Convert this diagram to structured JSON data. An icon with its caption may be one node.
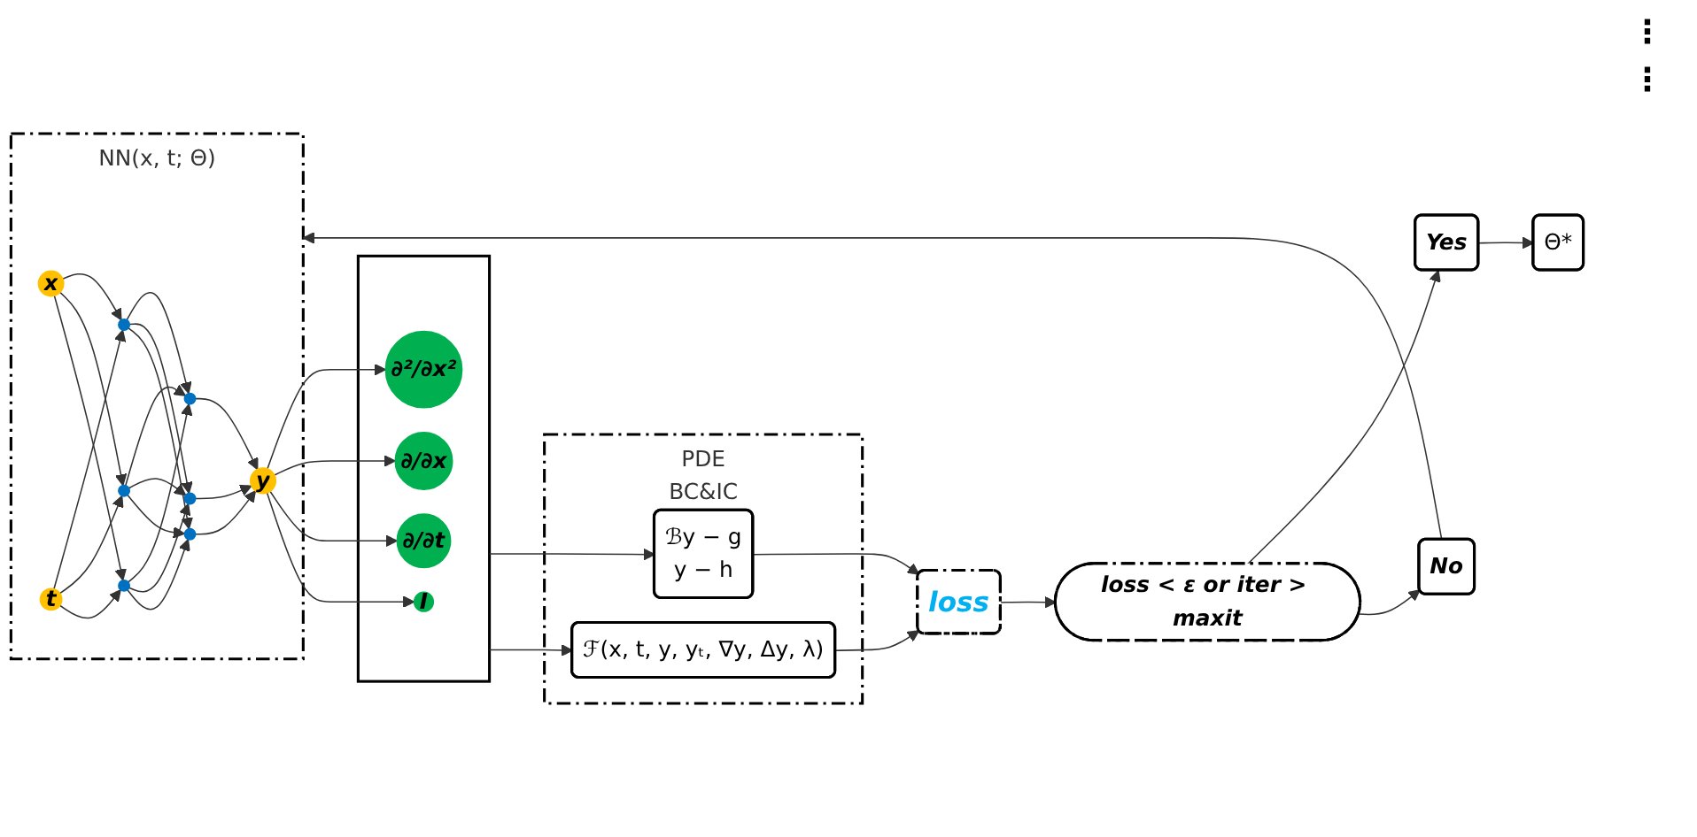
{
  "diagram": {
    "nodes": [
      {
        "text": [
          "NN(x, t; Θ)"
        ]
      },
      {
        "text": [
          "x"
        ],
        "in": 0
      },
      {
        "text": [
          "t"
        ],
        "in": 0
      },
      {
        "text": [],
        "shape": "circle",
        "in": 0
      },
      {
        "text": [],
        "shape": "circle",
        "in": 0
      },
      {
        "text": [],
        "shape": "circle",
        "in": 0
      },
      {
        "text": [],
        "shape": "circle",
        "in": 0
      },
      {
        "text": [],
        "shape": "circle",
        "in": 0
      },
      {
        "text": [],
        "shape": "circle",
        "in": 0
      },
      {
        "text": [
          "y"
        ],
        "in": 0
      },
      {
        "text": [],
        "shape": "box"
      },
      {
        "text": [
          "I"
        ],
        "in": 10
      },
      {
        "text": [
          "∂/∂t"
        ],
        "in": 10
      },
      {
        "text": [
          "∂/∂x"
        ],
        "in": 10
      },
      {
        "text": [
          "∂²/∂x²"
        ],
        "in": 10
      },
      {
        "text": [
          "PDE",
          "BC&IC"
        ]
      },
      {
        "text": [
          "ℱ(x, t, y, yₜ, ∇y, Δy, λ)"
        ],
        "in": 15
      },
      {
        "text": [
          "ℬy − g",
          "y − h"
        ],
        "in": 15
      },
      {
        "text": [
          "loss"
        ]
      },
      {
        "text": [
          "loss < ε or iter > maxit"
        ]
      },
      {
        "text": [
          "No"
        ]
      },
      {
        "text": [
          "Yes"
        ]
      },
      {
        "text": [
          "Θ*"
        ]
      }
    ],
    "edges": [
      {
        "from": 1,
        "to": 3,
        "arrow": "to"
      },
      {
        "from": 1,
        "to": 4,
        "arrow": "to"
      },
      {
        "from": 1,
        "to": 5,
        "arrow": "to"
      },
      {
        "from": 2,
        "to": 3,
        "arrow": "to"
      },
      {
        "from": 2,
        "to": 4,
        "arrow": "to"
      },
      {
        "from": 2,
        "to": 5,
        "arrow": "to"
      },
      {
        "from": 3,
        "to": 6,
        "arrow": "to"
      },
      {
        "from": 3,
        "to": 7,
        "arrow": "to"
      },
      {
        "from": 3,
        "to": 8,
        "arrow": "to"
      },
      {
        "from": 4,
        "to": 6,
        "arrow": "to"
      },
      {
        "from": 4,
        "to": 7,
        "arrow": "to"
      },
      {
        "from": 4,
        "to": 8,
        "arrow": "to"
      },
      {
        "from": 5,
        "to": 6,
        "arrow": "to"
      },
      {
        "from": 5,
        "to": 7,
        "arrow": "to"
      },
      {
        "from": 5,
        "to": 8,
        "arrow": "to"
      },
      {
        "from": 6,
        "to": 9,
        "arrow": "to"
      },
      {
        "from": 7,
        "to": 9,
        "arrow": "to"
      },
      {
        "from": 8,
        "to": 9,
        "arrow": "to"
      },
      {
        "from": 9,
        "to": 11,
        "arrow": "to"
      },
      {
        "from": 9,
        "to": 12,
        "arrow": "to"
      },
      {
        "from": 9,
        "to": 13,
        "arrow": "to"
      },
      {
        "from": 9,
        "to": 14,
        "arrow": "to"
      },
      {
        "from": 10,
        "to": 16,
        "arrow": "to"
      },
      {
        "from": 10,
        "to": 17,
        "arrow": "to"
      },
      {
        "from": 16,
        "to": 18,
        "arrow": "to"
      },
      {
        "from": 17,
        "to": 18,
        "arrow": "to"
      },
      {
        "from": 18,
        "to": 19,
        "arrow": "to"
      },
      {
        "from": 19,
        "to": 20,
        "arrow": "to"
      },
      {
        "from": 19,
        "to": 21,
        "arrow": "to"
      },
      {
        "from": 20,
        "to": 0,
        "arrow": "to"
      },
      {
        "from": 21,
        "to": 22,
        "arrow": "to"
      }
    ],
    "labels": [
      "⋮",
      "⋮"
    ]
  }
}
